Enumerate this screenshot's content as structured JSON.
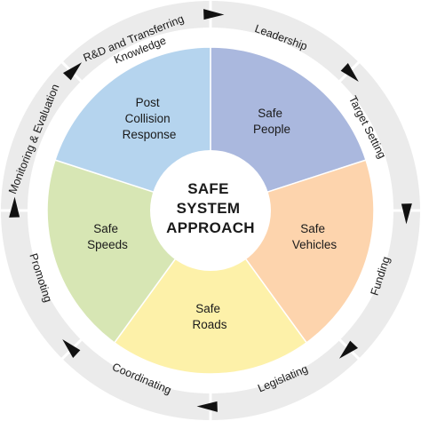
{
  "center": {
    "line1": "SAFE",
    "line2": "SYSTEM",
    "line3": "APPROACH"
  },
  "pillars": [
    {
      "id": "people",
      "line1": "Safe",
      "line2": "People",
      "color": "#aab8de"
    },
    {
      "id": "vehicles",
      "line1": "Safe",
      "line2": "Vehicles",
      "color": "#fdd4ad"
    },
    {
      "id": "roads",
      "line1": "Safe",
      "line2": "Roads",
      "color": "#fdf1a9"
    },
    {
      "id": "speeds",
      "line1": "Safe",
      "line2": "Speeds",
      "color": "#d7e6b4"
    },
    {
      "id": "post-crash",
      "line1": "Post",
      "line2": "Collision",
      "line3": "Response",
      "color": "#b5d4ee"
    }
  ],
  "ring": [
    {
      "id": "leadership",
      "label": "Leadership"
    },
    {
      "id": "target-setting",
      "label": "Target Setting"
    },
    {
      "id": "funding",
      "label": "Funding"
    },
    {
      "id": "legislating",
      "label": "Legislating"
    },
    {
      "id": "coordinating",
      "label": "Coordinating"
    },
    {
      "id": "promoting",
      "label": "Promoting"
    },
    {
      "id": "monitoring",
      "label": "Monitoring & Evaluation"
    },
    {
      "id": "rd-knowledge",
      "line1": "R&D and Transferring",
      "line2": "Knowledge"
    }
  ],
  "colors": {
    "ring_band": "#ebebeb",
    "ring_separator": "#ffffff",
    "arrow": "#111111",
    "center_fill": "#ffffff"
  }
}
